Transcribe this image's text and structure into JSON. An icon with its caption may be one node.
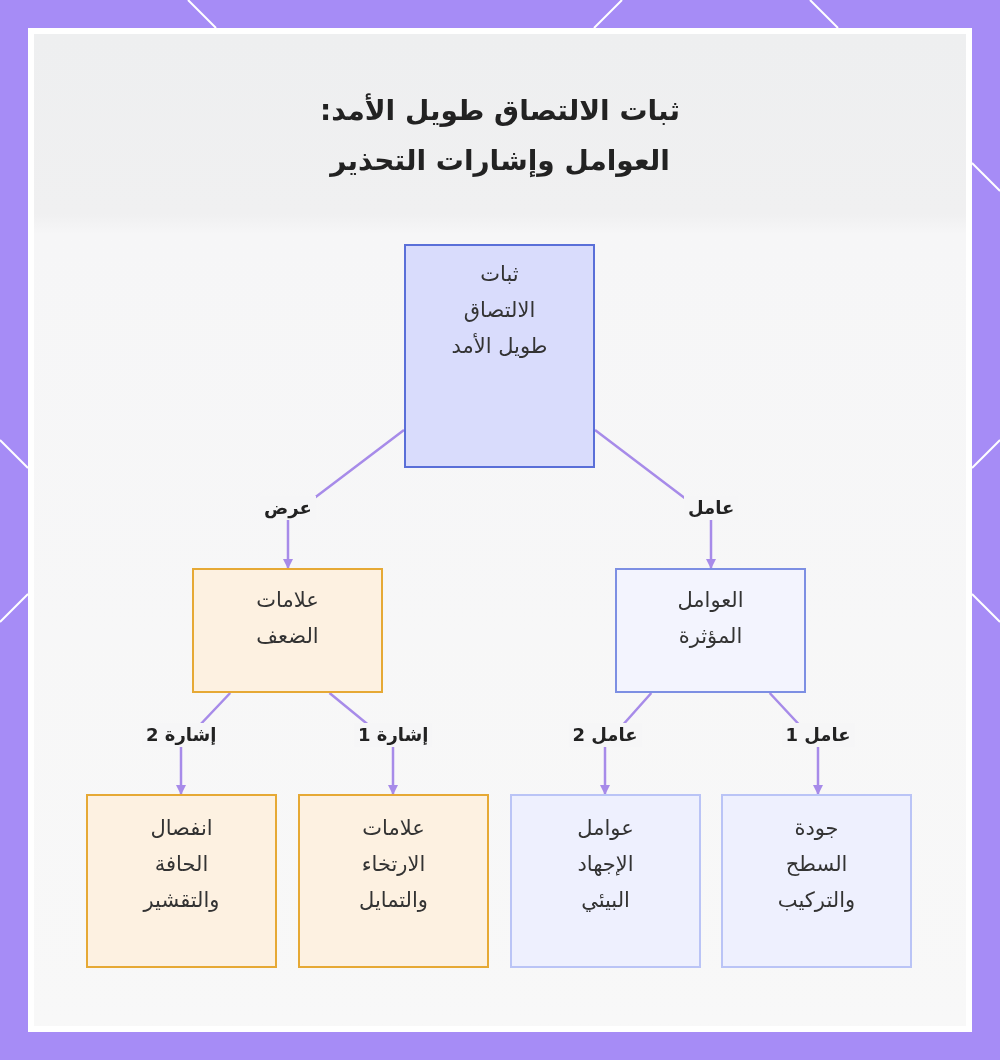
{
  "diagram": {
    "title": "ثبات الالتصاق طويل الأمد: العوامل وإشارات التحذير",
    "nodes": [
      {
        "text": [
          "ثبات الالتصاق طويل الأمد"
        ]
      },
      {
        "text": [
          "العوامل المؤثرة"
        ]
      },
      {
        "text": [
          "علامات الضعف"
        ]
      },
      {
        "text": [
          "جودة السطح والتركيب"
        ]
      },
      {
        "text": [
          "عوامل الإجهاد البيئي"
        ]
      },
      {
        "text": [
          "علامات الارتخاء والتمايل"
        ]
      },
      {
        "text": [
          "انفصال الحافة والتقشير"
        ]
      }
    ],
    "edges": [
      {
        "from": 0,
        "to": 1,
        "arrow": "to",
        "label": "عامل"
      },
      {
        "from": 0,
        "to": 2,
        "arrow": "to",
        "label": "عرض"
      },
      {
        "from": 1,
        "to": 3,
        "arrow": "to",
        "label": "عامل 1"
      },
      {
        "from": 1,
        "to": 4,
        "arrow": "to",
        "label": "عامل 2"
      },
      {
        "from": 2,
        "to": 5,
        "arrow": "to",
        "label": "إشارة 1"
      },
      {
        "from": 2,
        "to": 6,
        "arrow": "to",
        "label": "إشارة 2"
      }
    ]
  }
}
